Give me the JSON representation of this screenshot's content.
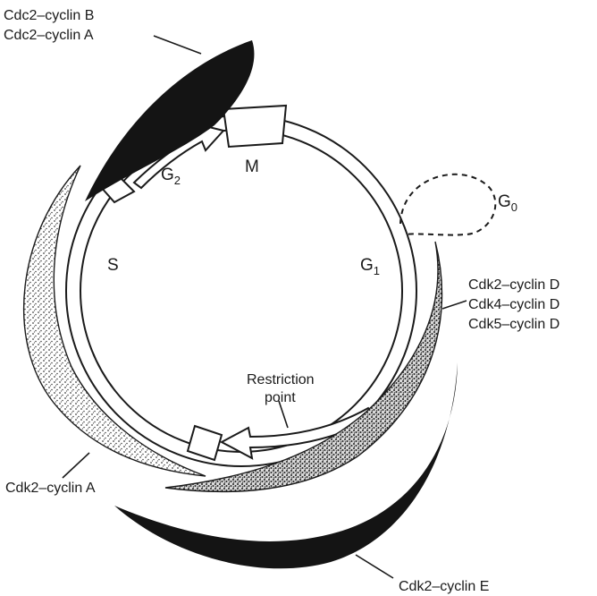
{
  "phases": {
    "m": "M",
    "g1": "G",
    "g1_sub": "1",
    "g2": "G",
    "g2_sub": "2",
    "s": "S",
    "g0": "G",
    "g0_sub": "0"
  },
  "restriction_point": {
    "line1": "Restriction",
    "line2": "point"
  },
  "complexes": {
    "cdc2_b": "Cdc2–cyclin B",
    "cdc2_a": "Cdc2–cyclin A",
    "cdk2_d": "Cdk2–cyclin D",
    "cdk4_d": "Cdk4–cyclin D",
    "cdk5_d": "Cdk5–cyclin D",
    "cdk2_a": "Cdk2–cyclin A",
    "cdk2_e": "Cdk2–cyclin E"
  },
  "colors": {
    "ink": "#1a1a1a",
    "dark_fill": "#141414",
    "stipple": "#555555",
    "paper": "#ffffff"
  }
}
